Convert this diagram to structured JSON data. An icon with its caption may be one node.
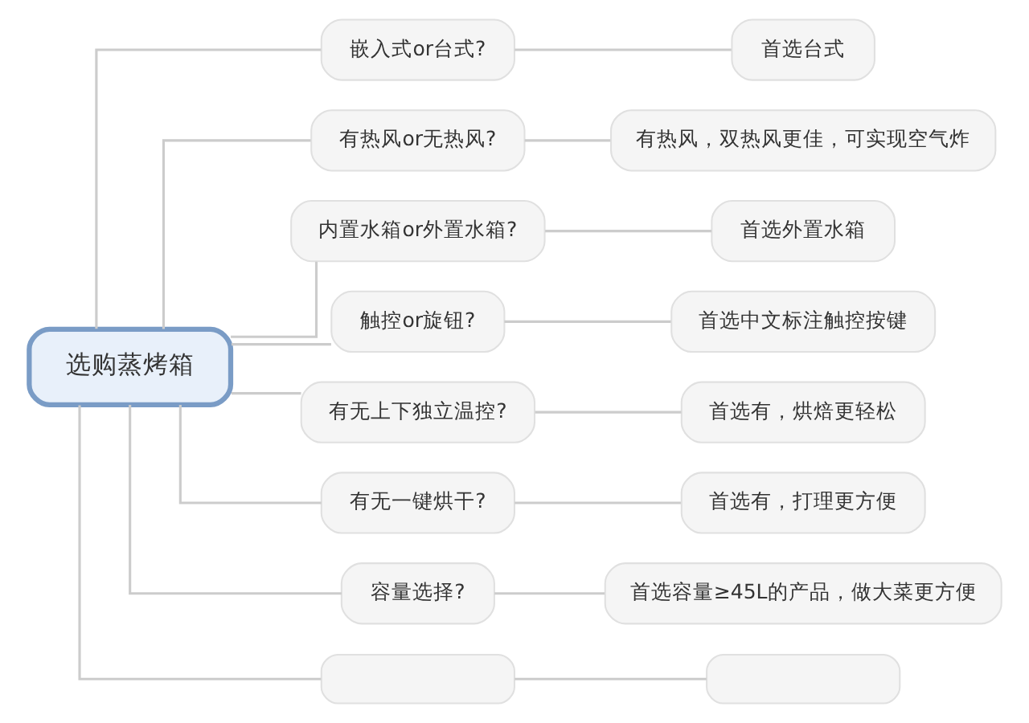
{
  "diagram": {
    "nodes": [
      {
        "text": [
          "选购蒸烤箱"
        ]
      },
      {
        "text": [
          "嵌入式or台式?"
        ]
      },
      {
        "text": [
          "首选台式"
        ]
      },
      {
        "text": [
          "有热风or无热风?"
        ]
      },
      {
        "text": [
          "有热风，双热风更佳，可实现空气炸"
        ]
      },
      {
        "text": [
          "内置水箱or外置水箱?"
        ]
      },
      {
        "text": [
          "首选外置水箱"
        ]
      },
      {
        "text": [
          "触控or旋钮?"
        ]
      },
      {
        "text": [
          "首选中文标注触控按键"
        ]
      },
      {
        "text": [
          "有无上下独立温控?"
        ]
      },
      {
        "text": [
          "首选有，烘焙更轻松"
        ]
      },
      {
        "text": [
          "有无一键烘干?"
        ]
      },
      {
        "text": [
          "首选有，打理更方便"
        ]
      },
      {
        "text": [
          "容量选择?"
        ]
      },
      {
        "text": [
          "首选容量≥45L的产品，做大菜更方便"
        ]
      },
      {
        "text": [],
        "shape": "box"
      },
      {
        "text": [],
        "shape": "box"
      }
    ],
    "edges": [
      {
        "from": 0,
        "to": 1,
        "arrow": "none"
      },
      {
        "from": 1,
        "to": 2,
        "arrow": "none"
      },
      {
        "from": 0,
        "to": 3,
        "arrow": "none"
      },
      {
        "from": 3,
        "to": 4,
        "arrow": "none"
      },
      {
        "from": 0,
        "to": 5,
        "arrow": "none"
      },
      {
        "from": 5,
        "to": 6,
        "arrow": "none"
      },
      {
        "from": 0,
        "to": 7,
        "arrow": "none"
      },
      {
        "from": 7,
        "to": 8,
        "arrow": "none"
      },
      {
        "from": 0,
        "to": 9,
        "arrow": "none"
      },
      {
        "from": 9,
        "to": 10,
        "arrow": "none"
      },
      {
        "from": 0,
        "to": 11,
        "arrow": "none"
      },
      {
        "from": 11,
        "to": 12,
        "arrow": "none"
      },
      {
        "from": 0,
        "to": 13,
        "arrow": "none"
      },
      {
        "from": 13,
        "to": 14,
        "arrow": "none"
      },
      {
        "from": 0,
        "to": 15,
        "arrow": "none"
      },
      {
        "from": 15,
        "to": 16,
        "arrow": "none"
      }
    ]
  }
}
